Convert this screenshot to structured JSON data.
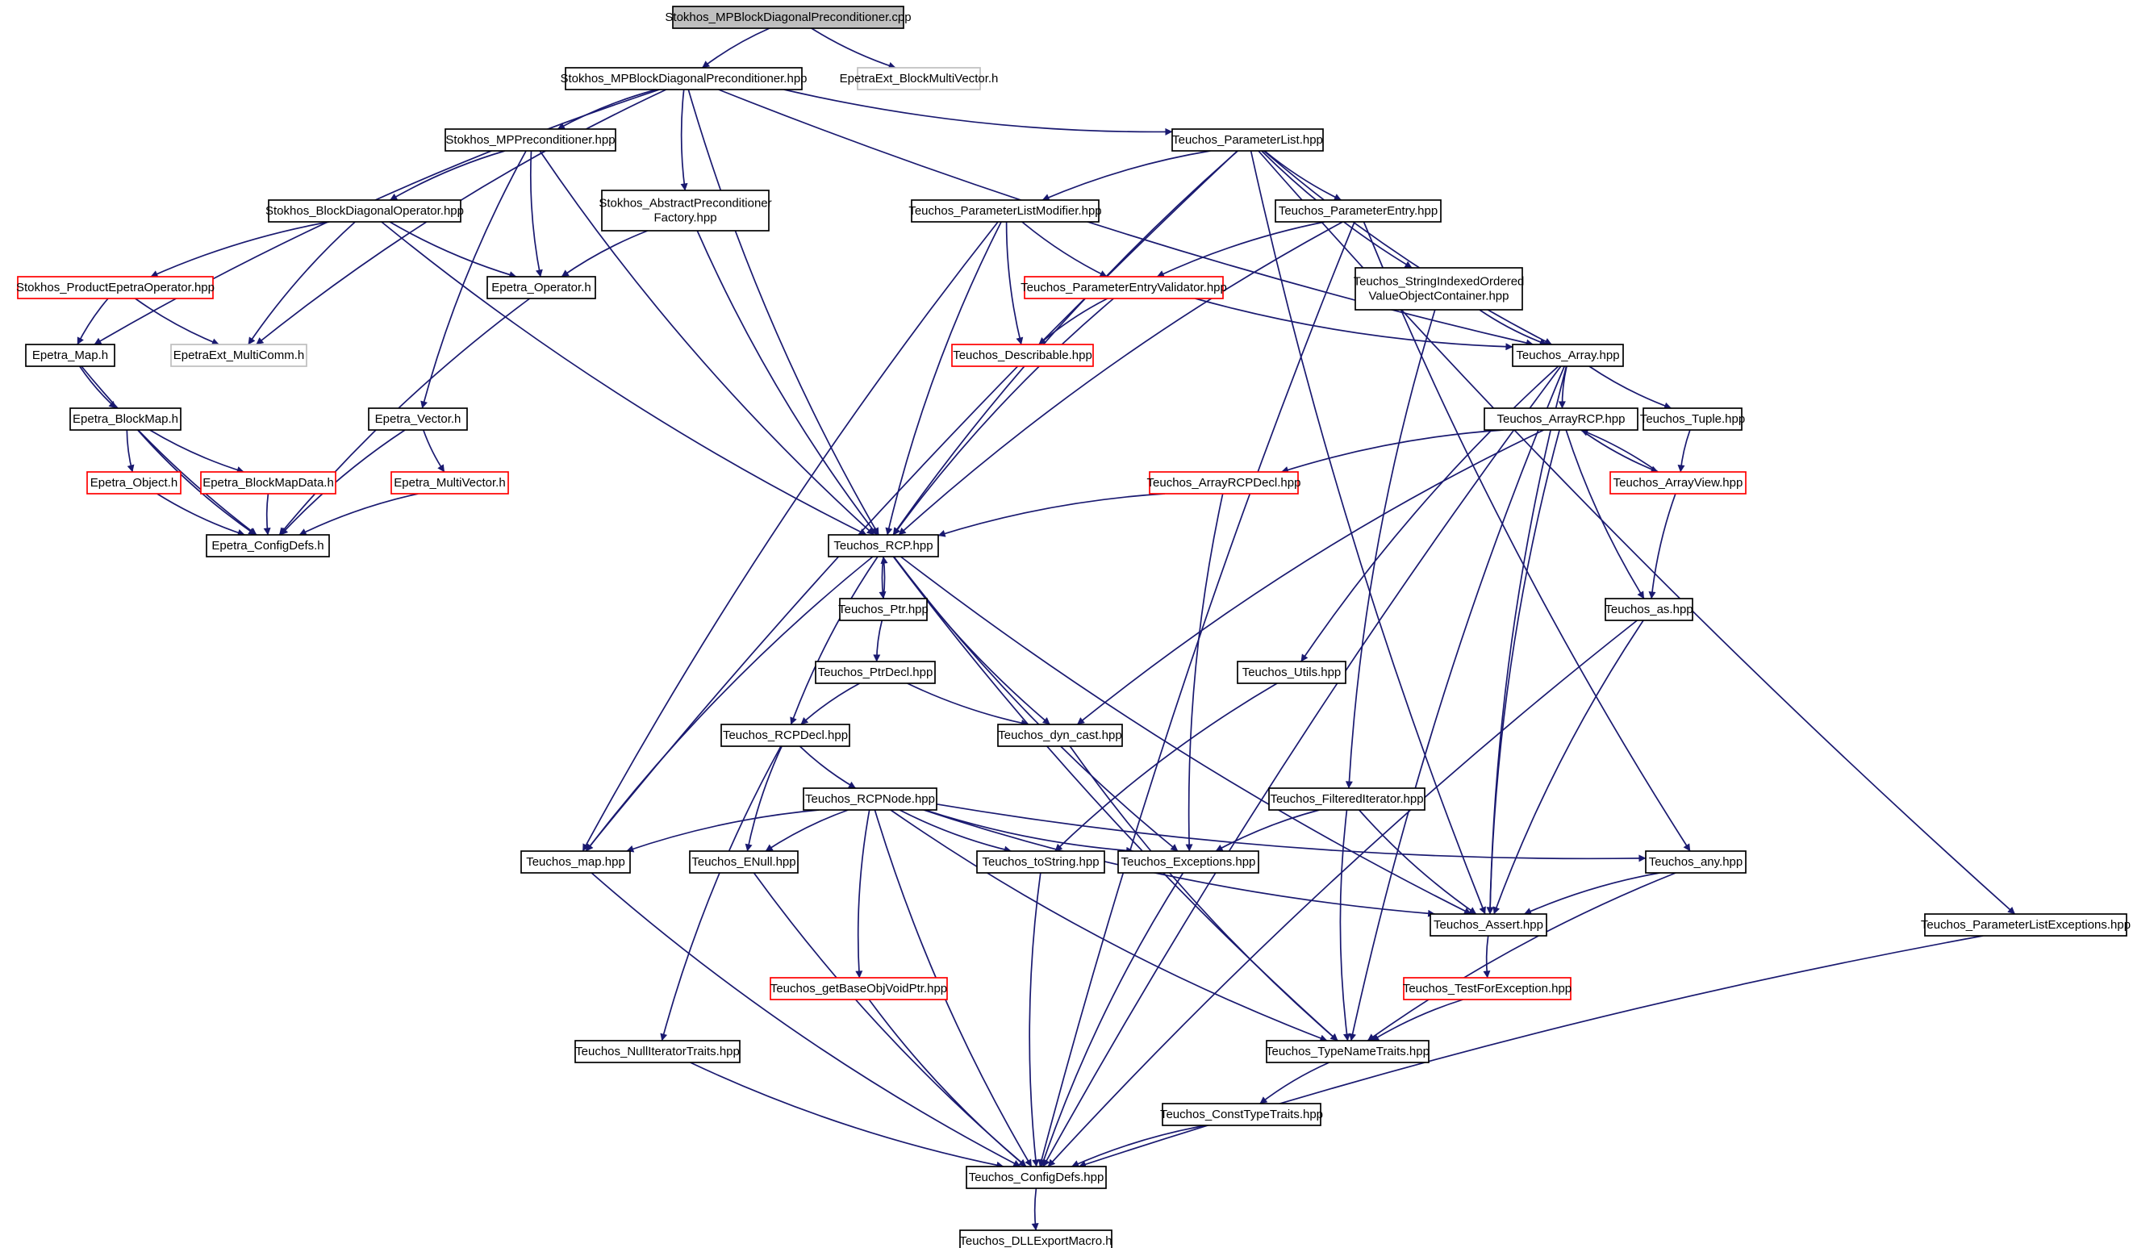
{
  "nodes": {
    "root": [
      "Stokhos_MPBlockDiagonalPreconditioner.cpp"
    ],
    "mpbdp": [
      "Stokhos_MPBlockDiagonalPreconditioner.hpp"
    ],
    "bmv": [
      "EpetraExt_BlockMultiVector.h"
    ],
    "mpprec": [
      "Stokhos_MPPreconditioner.hpp"
    ],
    "bdo": [
      "Stokhos_BlockDiagonalOperator.hpp"
    ],
    "absprec": [
      "Stokhos_AbstractPreconditioner",
      "Factory.hpp"
    ],
    "prodop": [
      "Stokhos_ProductEpetraOperator.hpp"
    ],
    "eop": [
      "Epetra_Operator.h"
    ],
    "emap": [
      "Epetra_Map.h"
    ],
    "multicomm": [
      "EpetraExt_MultiComm.h"
    ],
    "ebmap": [
      "Epetra_BlockMap.h"
    ],
    "eobj": [
      "Epetra_Object.h"
    ],
    "ebmapdata": [
      "Epetra_BlockMapData.h"
    ],
    "econfig": [
      "Epetra_ConfigDefs.h"
    ],
    "evec": [
      "Epetra_Vector.h"
    ],
    "emv": [
      "Epetra_MultiVector.h"
    ],
    "plist": [
      "Teuchos_ParameterList.hpp"
    ],
    "plmod": [
      "Teuchos_ParameterListModifier.hpp"
    ],
    "pentry": [
      "Teuchos_ParameterEntry.hpp"
    ],
    "pev": [
      "Teuchos_ParameterEntryValidator.hpp"
    ],
    "describ": [
      "Teuchos_Describable.hpp"
    ],
    "sioc": [
      "Teuchos_StringIndexedOrdered",
      "ValueObjectContainer.hpp"
    ],
    "array": [
      "Teuchos_Array.hpp"
    ],
    "arcp": [
      "Teuchos_ArrayRCP.hpp"
    ],
    "tuple": [
      "Teuchos_Tuple.hpp"
    ],
    "arcpdecl": [
      "Teuchos_ArrayRCPDecl.hpp"
    ],
    "aview": [
      "Teuchos_ArrayView.hpp"
    ],
    "rcp": [
      "Teuchos_RCP.hpp"
    ],
    "ptr": [
      "Teuchos_Ptr.hpp"
    ],
    "tas": [
      "Teuchos_as.hpp"
    ],
    "ptrdecl": [
      "Teuchos_PtrDecl.hpp"
    ],
    "utils": [
      "Teuchos_Utils.hpp"
    ],
    "rcpdecl": [
      "Teuchos_RCPDecl.hpp"
    ],
    "dyncast": [
      "Teuchos_dyn_cast.hpp"
    ],
    "rcpnode": [
      "Teuchos_RCPNode.hpp"
    ],
    "filtit": [
      "Teuchos_FilteredIterator.hpp"
    ],
    "tmap": [
      "Teuchos_map.hpp"
    ],
    "enull": [
      "Teuchos_ENull.hpp"
    ],
    "tostring": [
      "Teuchos_toString.hpp"
    ],
    "exc": [
      "Teuchos_Exceptions.hpp"
    ],
    "any": [
      "Teuchos_any.hpp"
    ],
    "assert": [
      "Teuchos_Assert.hpp"
    ],
    "plexc": [
      "Teuchos_ParameterListExceptions.hpp"
    ],
    "getbase": [
      "Teuchos_getBaseObjVoidPtr.hpp"
    ],
    "tfe": [
      "Teuchos_TestForException.hpp"
    ],
    "nit": [
      "Teuchos_NullIteratorTraits.hpp"
    ],
    "tnt": [
      "Teuchos_TypeNameTraits.hpp"
    ],
    "ctt": [
      "Teuchos_ConstTypeTraits.hpp"
    ],
    "tconfig": [
      "Teuchos_ConfigDefs.hpp"
    ],
    "dll": [
      "Teuchos_DLLExportMacro.h"
    ]
  },
  "node_styles": {
    "root": "root",
    "bmv": "grey",
    "multicomm": "grey",
    "prodop": "red",
    "eobj": "red",
    "ebmapdata": "red",
    "emv": "red",
    "pev": "red",
    "describ": "red",
    "arcpdecl": "red",
    "aview": "red",
    "getbase": "red",
    "tfe": "red"
  },
  "edges": [
    [
      "root",
      "mpbdp"
    ],
    [
      "root",
      "bmv"
    ],
    [
      "mpbdp",
      "mpprec"
    ],
    [
      "mpbdp",
      "absprec"
    ],
    [
      "mpbdp",
      "emap"
    ],
    [
      "mpbdp",
      "multicomm"
    ],
    [
      "mpbdp",
      "plist"
    ],
    [
      "mpbdp",
      "array"
    ],
    [
      "mpbdp",
      "rcp"
    ],
    [
      "mpprec",
      "bdo"
    ],
    [
      "mpprec",
      "eop"
    ],
    [
      "mpprec",
      "evec"
    ],
    [
      "mpprec",
      "rcp"
    ],
    [
      "bdo",
      "prodop"
    ],
    [
      "bdo",
      "eop"
    ],
    [
      "bdo",
      "multicomm"
    ],
    [
      "bdo",
      "rcp"
    ],
    [
      "absprec",
      "eop"
    ],
    [
      "absprec",
      "rcp"
    ],
    [
      "prodop",
      "emap"
    ],
    [
      "prodop",
      "multicomm"
    ],
    [
      "eop",
      "econfig"
    ],
    [
      "emap",
      "ebmap"
    ],
    [
      "emap",
      "econfig"
    ],
    [
      "ebmap",
      "eobj"
    ],
    [
      "ebmap",
      "ebmapdata"
    ],
    [
      "ebmap",
      "econfig"
    ],
    [
      "eobj",
      "econfig"
    ],
    [
      "ebmapdata",
      "econfig"
    ],
    [
      "evec",
      "emv"
    ],
    [
      "evec",
      "econfig"
    ],
    [
      "emv",
      "econfig"
    ],
    [
      "plist",
      "plmod"
    ],
    [
      "plist",
      "pentry"
    ],
    [
      "plist",
      "sioc"
    ],
    [
      "plist",
      "array"
    ],
    [
      "plist",
      "rcp"
    ],
    [
      "plist",
      "tmap"
    ],
    [
      "plist",
      "assert"
    ],
    [
      "plist",
      "plexc"
    ],
    [
      "plmod",
      "pev"
    ],
    [
      "plmod",
      "describ"
    ],
    [
      "plmod",
      "rcp"
    ],
    [
      "plmod",
      "tmap"
    ],
    [
      "pentry",
      "pev"
    ],
    [
      "pentry",
      "rcp"
    ],
    [
      "pentry",
      "any"
    ],
    [
      "pentry",
      "tconfig"
    ],
    [
      "pev",
      "describ"
    ],
    [
      "pev",
      "array"
    ],
    [
      "pev",
      "rcp"
    ],
    [
      "sioc",
      "array"
    ],
    [
      "sioc",
      "filtit"
    ],
    [
      "array",
      "arcp"
    ],
    [
      "array",
      "tuple"
    ],
    [
      "array",
      "utils"
    ],
    [
      "array",
      "assert"
    ],
    [
      "array",
      "tnt"
    ],
    [
      "array",
      "tconfig"
    ],
    [
      "arcp",
      "arcpdecl"
    ],
    [
      "arcp",
      "aview"
    ],
    [
      "arcp",
      "tas"
    ],
    [
      "arcp",
      "dyncast"
    ],
    [
      "arcp",
      "assert"
    ],
    [
      "tuple",
      "aview"
    ],
    [
      "aview",
      "arcp"
    ],
    [
      "aview",
      "tas"
    ],
    [
      "arcpdecl",
      "rcp"
    ],
    [
      "arcpdecl",
      "exc"
    ],
    [
      "rcp",
      "ptr"
    ],
    [
      "rcp",
      "rcpdecl"
    ],
    [
      "rcp",
      "dyncast"
    ],
    [
      "rcp",
      "exc"
    ],
    [
      "rcp",
      "tmap"
    ],
    [
      "rcp",
      "tnt"
    ],
    [
      "rcp",
      "assert"
    ],
    [
      "ptr",
      "rcp"
    ],
    [
      "ptr",
      "ptrdecl"
    ],
    [
      "ptrdecl",
      "rcpdecl"
    ],
    [
      "ptrdecl",
      "dyncast"
    ],
    [
      "tas",
      "assert"
    ],
    [
      "tas",
      "tconfig"
    ],
    [
      "utils",
      "tostring"
    ],
    [
      "rcpdecl",
      "rcpnode"
    ],
    [
      "rcpdecl",
      "enull"
    ],
    [
      "rcpdecl",
      "nit"
    ],
    [
      "dyncast",
      "tnt"
    ],
    [
      "rcpnode",
      "tmap"
    ],
    [
      "rcpnode",
      "enull"
    ],
    [
      "rcpnode",
      "tostring"
    ],
    [
      "rcpnode",
      "exc"
    ],
    [
      "rcpnode",
      "any"
    ],
    [
      "rcpnode",
      "assert"
    ],
    [
      "rcpnode",
      "getbase"
    ],
    [
      "rcpnode",
      "tnt"
    ],
    [
      "rcpnode",
      "tconfig"
    ],
    [
      "filtit",
      "exc"
    ],
    [
      "filtit",
      "assert"
    ],
    [
      "filtit",
      "tnt"
    ],
    [
      "tmap",
      "tconfig"
    ],
    [
      "enull",
      "tconfig"
    ],
    [
      "tostring",
      "tconfig"
    ],
    [
      "exc",
      "tconfig"
    ],
    [
      "any",
      "assert"
    ],
    [
      "any",
      "tnt"
    ],
    [
      "assert",
      "tfe"
    ],
    [
      "tfe",
      "tnt"
    ],
    [
      "plexc",
      "tconfig"
    ],
    [
      "getbase",
      "tconfig"
    ],
    [
      "nit",
      "tconfig"
    ],
    [
      "tnt",
      "ctt"
    ],
    [
      "ctt",
      "tconfig"
    ],
    [
      "tconfig",
      "dll"
    ]
  ]
}
